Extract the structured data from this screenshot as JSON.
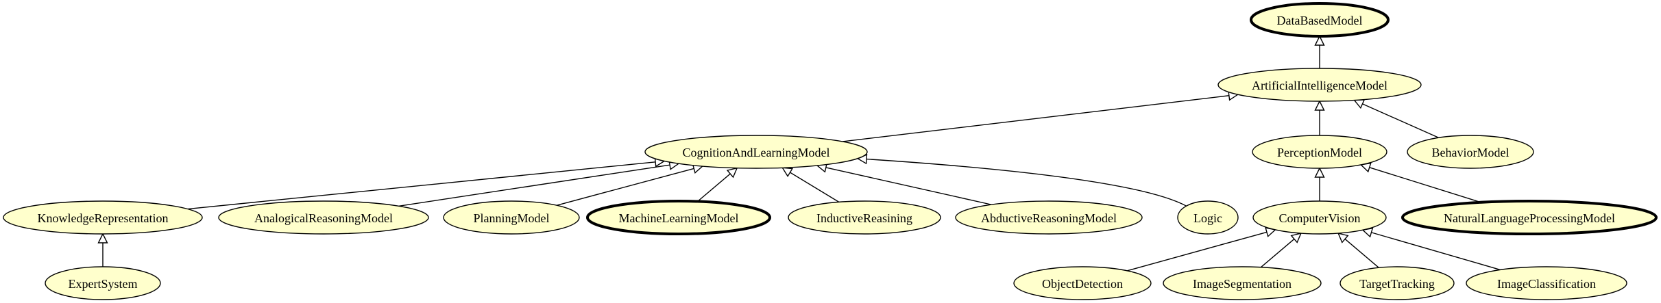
{
  "diagram": {
    "type": "class-hierarchy",
    "colors": {
      "node_fill": "#ffffcc",
      "stroke": "#000000",
      "arrowhead_fill": "#ffffff"
    },
    "nodes": [
      {
        "id": "DataBasedModel",
        "label": "DataBasedModel",
        "emphasized": true
      },
      {
        "id": "ArtificialIntelligenceModel",
        "label": "ArtificialIntelligenceModel",
        "emphasized": false
      },
      {
        "id": "CognitionAndLearningModel",
        "label": "CognitionAndLearningModel",
        "emphasized": false
      },
      {
        "id": "PerceptionModel",
        "label": "PerceptionModel",
        "emphasized": false
      },
      {
        "id": "BehaviorModel",
        "label": "BehaviorModel",
        "emphasized": false
      },
      {
        "id": "KnowledgeRepresentation",
        "label": "KnowledgeRepresentation",
        "emphasized": false
      },
      {
        "id": "AnalogicalReasoningModel",
        "label": "AnalogicalReasoningModel",
        "emphasized": false
      },
      {
        "id": "PlanningModel",
        "label": "PlanningModel",
        "emphasized": false
      },
      {
        "id": "MachineLearningModel",
        "label": "MachineLearningModel",
        "emphasized": true
      },
      {
        "id": "InductiveReasining",
        "label": "InductiveReasining",
        "emphasized": false
      },
      {
        "id": "AbductiveReasoningModel",
        "label": "AbductiveReasoningModel",
        "emphasized": false
      },
      {
        "id": "Logic",
        "label": "Logic",
        "emphasized": false
      },
      {
        "id": "ComputerVision",
        "label": "ComputerVision",
        "emphasized": false
      },
      {
        "id": "NaturalLanguageProcessingModel",
        "label": "NaturalLanguageProcessingModel",
        "emphasized": true
      },
      {
        "id": "ExpertSystem",
        "label": "ExpertSystem",
        "emphasized": false
      },
      {
        "id": "ObjectDetection",
        "label": "ObjectDetection",
        "emphasized": false
      },
      {
        "id": "ImageSegmentation",
        "label": "ImageSegmentation",
        "emphasized": false
      },
      {
        "id": "TargetTracking",
        "label": "TargetTracking",
        "emphasized": false
      },
      {
        "id": "ImageClassification",
        "label": "ImageClassification",
        "emphasized": false
      }
    ],
    "edges": [
      {
        "from": "ArtificialIntelligenceModel",
        "to": "DataBasedModel"
      },
      {
        "from": "CognitionAndLearningModel",
        "to": "ArtificialIntelligenceModel"
      },
      {
        "from": "PerceptionModel",
        "to": "ArtificialIntelligenceModel"
      },
      {
        "from": "BehaviorModel",
        "to": "ArtificialIntelligenceModel"
      },
      {
        "from": "KnowledgeRepresentation",
        "to": "CognitionAndLearningModel"
      },
      {
        "from": "AnalogicalReasoningModel",
        "to": "CognitionAndLearningModel"
      },
      {
        "from": "PlanningModel",
        "to": "CognitionAndLearningModel"
      },
      {
        "from": "MachineLearningModel",
        "to": "CognitionAndLearningModel"
      },
      {
        "from": "InductiveReasining",
        "to": "CognitionAndLearningModel"
      },
      {
        "from": "AbductiveReasoningModel",
        "to": "CognitionAndLearningModel"
      },
      {
        "from": "Logic",
        "to": "CognitionAndLearningModel"
      },
      {
        "from": "ComputerVision",
        "to": "PerceptionModel"
      },
      {
        "from": "NaturalLanguageProcessingModel",
        "to": "PerceptionModel"
      },
      {
        "from": "ExpertSystem",
        "to": "KnowledgeRepresentation"
      },
      {
        "from": "ObjectDetection",
        "to": "ComputerVision"
      },
      {
        "from": "ImageSegmentation",
        "to": "ComputerVision"
      },
      {
        "from": "TargetTracking",
        "to": "ComputerVision"
      },
      {
        "from": "ImageClassification",
        "to": "ComputerVision"
      }
    ]
  }
}
